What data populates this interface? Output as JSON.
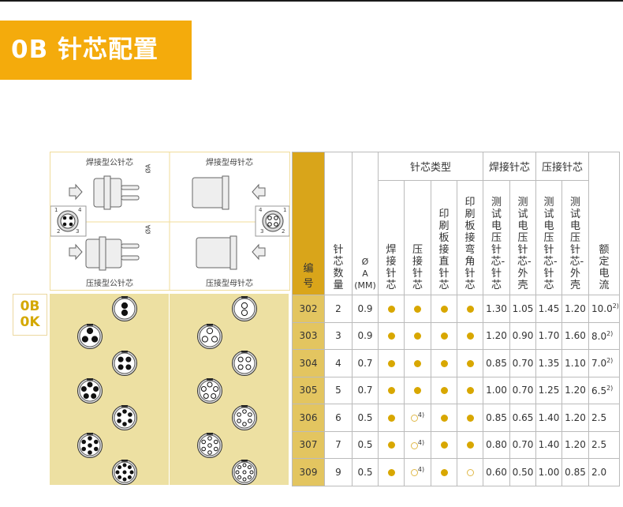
{
  "header": {
    "title": "0B 针芯配置"
  },
  "diagram": {
    "labels": [
      "焊接型公针芯",
      "焊接型母针芯",
      "压接型公针芯",
      "压接型母针芯"
    ],
    "dim_label": "ØA",
    "pin_numbers_male": [
      "1",
      "4",
      "2",
      "3"
    ],
    "pin_numbers_female": [
      "4",
      "1",
      "3",
      "2"
    ]
  },
  "series_badge": [
    "0B",
    "0K"
  ],
  "table": {
    "code_header": "编号",
    "headers": {
      "pins": "针芯数量",
      "dia_symbol": "Ø",
      "dia_a": "A",
      "dia_unit": "(MM)",
      "group_type": "针芯类型",
      "group_solder": "焊接针芯",
      "group_crimp": "压接针芯",
      "solder": "焊接针芯",
      "crimp": "压接针芯",
      "pcb_straight": "印刷板接直针芯",
      "pcb_angle": "印刷板接弯角针芯",
      "v_pin_pin": "测试电压针芯-针芯",
      "v_pin_shell": "测试电压针芯-外壳",
      "current": "额定电流"
    },
    "rows": [
      {
        "code": "302",
        "pins": "2",
        "dia": "0.9",
        "solder": "filled",
        "crimp": "filled",
        "crimp_note": "",
        "pcb_straight": "filled",
        "pcb_angle": "filled",
        "s_pp": "1.30",
        "s_ps": "1.05",
        "c_pp": "1.45",
        "c_ps": "1.20",
        "current": "10.0",
        "current_note": "2)"
      },
      {
        "code": "303",
        "pins": "3",
        "dia": "0.9",
        "solder": "filled",
        "crimp": "filled",
        "crimp_note": "",
        "pcb_straight": "filled",
        "pcb_angle": "filled",
        "s_pp": "1.20",
        "s_ps": "0.90",
        "c_pp": "1.70",
        "c_ps": "1.60",
        "current": "8.0",
        "current_note": "2)"
      },
      {
        "code": "304",
        "pins": "4",
        "dia": "0.7",
        "solder": "filled",
        "crimp": "filled",
        "crimp_note": "",
        "pcb_straight": "filled",
        "pcb_angle": "filled",
        "s_pp": "0.85",
        "s_ps": "0.70",
        "c_pp": "1.35",
        "c_ps": "1.10",
        "current": "7.0",
        "current_note": "2)"
      },
      {
        "code": "305",
        "pins": "5",
        "dia": "0.7",
        "solder": "filled",
        "crimp": "filled",
        "crimp_note": "",
        "pcb_straight": "filled",
        "pcb_angle": "filled",
        "s_pp": "1.00",
        "s_ps": "0.70",
        "c_pp": "1.25",
        "c_ps": "1.20",
        "current": "6.5",
        "current_note": "2)"
      },
      {
        "code": "306",
        "pins": "6",
        "dia": "0.5",
        "solder": "filled",
        "crimp": "open",
        "crimp_note": "4)",
        "pcb_straight": "filled",
        "pcb_angle": "filled",
        "s_pp": "0.85",
        "s_ps": "0.65",
        "c_pp": "1.40",
        "c_ps": "1.20",
        "current": "2.5",
        "current_note": ""
      },
      {
        "code": "307",
        "pins": "7",
        "dia": "0.5",
        "solder": "filled",
        "crimp": "open",
        "crimp_note": "4)",
        "pcb_straight": "filled",
        "pcb_angle": "filled",
        "s_pp": "0.80",
        "s_ps": "0.70",
        "c_pp": "1.40",
        "c_ps": "1.20",
        "current": "2.5",
        "current_note": ""
      },
      {
        "code": "309",
        "pins": "9",
        "dia": "0.5",
        "solder": "filled",
        "crimp": "open",
        "crimp_note": "4)",
        "pcb_straight": "filled",
        "pcb_angle": "open",
        "s_pp": "0.60",
        "s_ps": "0.50",
        "c_pp": "1.00",
        "c_ps": "0.85",
        "current": "2.0",
        "current_note": ""
      }
    ]
  },
  "colors": {
    "accent": "#f4ab0c",
    "dot": "#d8a700",
    "panel": "#ede0a2",
    "code_cell": "#e3c560"
  }
}
